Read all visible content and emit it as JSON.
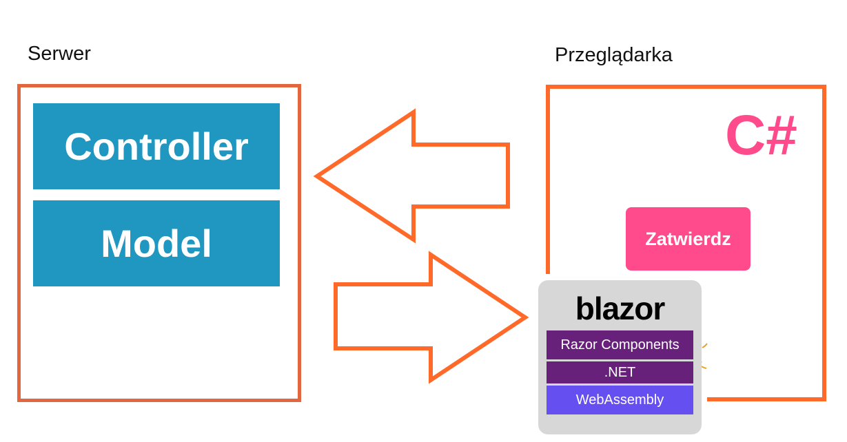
{
  "labels": {
    "server": "Serwer",
    "browser": "Przeglądarka"
  },
  "server": {
    "blocks": [
      "Controller",
      "Model"
    ]
  },
  "browser": {
    "language": "C#",
    "submit_button": "Zatwierdz"
  },
  "blazor": {
    "logo": "blazor",
    "layers": [
      "Razor Components",
      ".NET",
      "WebAssembly"
    ]
  },
  "colors": {
    "orange_border": "#E2673F",
    "arrow_orange": "#FF6A2A",
    "block_blue": "#1F97C0",
    "pink": "#FF4B8B",
    "blazor_purple": "#68217A",
    "wasm_purple": "#654FF0",
    "card_gray": "#D7D7D7"
  }
}
